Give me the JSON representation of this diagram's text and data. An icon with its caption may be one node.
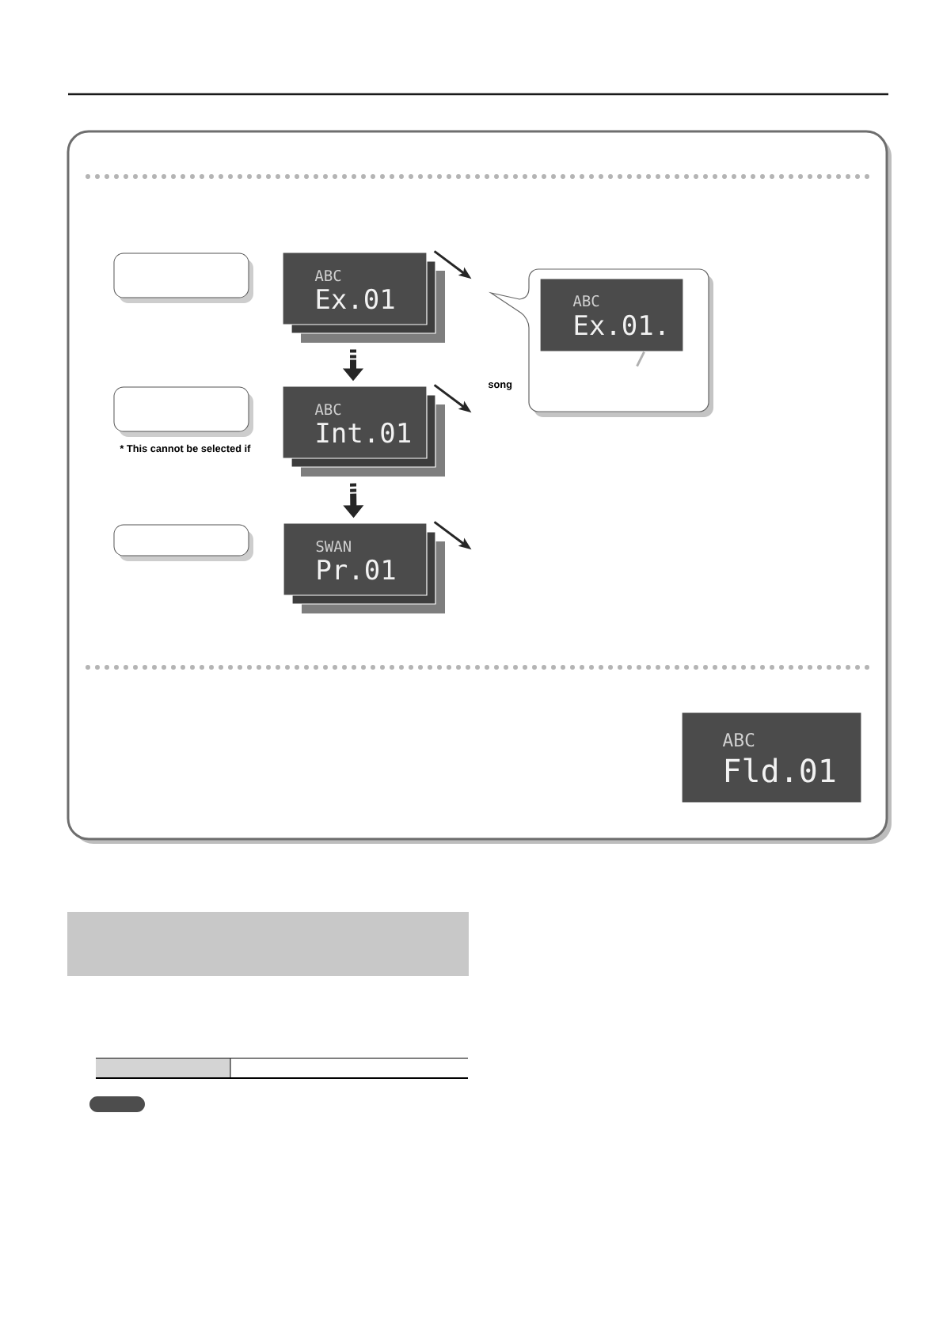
{
  "diagram": {
    "nodes": [
      {
        "text": [],
        "shape": "box"
      },
      {
        "text": [
          "ABC",
          "Ex.01"
        ]
      },
      {
        "text": [],
        "shape": "callout"
      },
      {
        "text": [
          "ABC",
          "Ex.01."
        ],
        "in": 2
      },
      {
        "text": [],
        "shape": "box",
        "beside": [
          "* This cannot be selected if"
        ]
      },
      {
        "text": [
          "ABC",
          "Int.01"
        ]
      },
      {
        "text": [],
        "shape": "box"
      },
      {
        "text": [
          "SWAN",
          "Pr.01"
        ]
      },
      {
        "text": [
          "ABC",
          "Fld.01"
        ]
      },
      {
        "text": [],
        "shape": "band"
      }
    ],
    "edges": [
      {
        "from": 1,
        "to": 5,
        "arrow": "to",
        "style": "dashed"
      },
      {
        "from": 5,
        "to": 7,
        "arrow": "to",
        "style": "dashed"
      },
      {
        "from": 1,
        "to": null,
        "arrow": "to"
      },
      {
        "from": 5,
        "to": null,
        "arrow": "to"
      },
      {
        "from": 7,
        "to": null,
        "arrow": "to"
      },
      {
        "from": null,
        "to": 3,
        "arrow": "none",
        "color": "#b0b0b0"
      }
    ],
    "labels": [
      "song"
    ]
  }
}
